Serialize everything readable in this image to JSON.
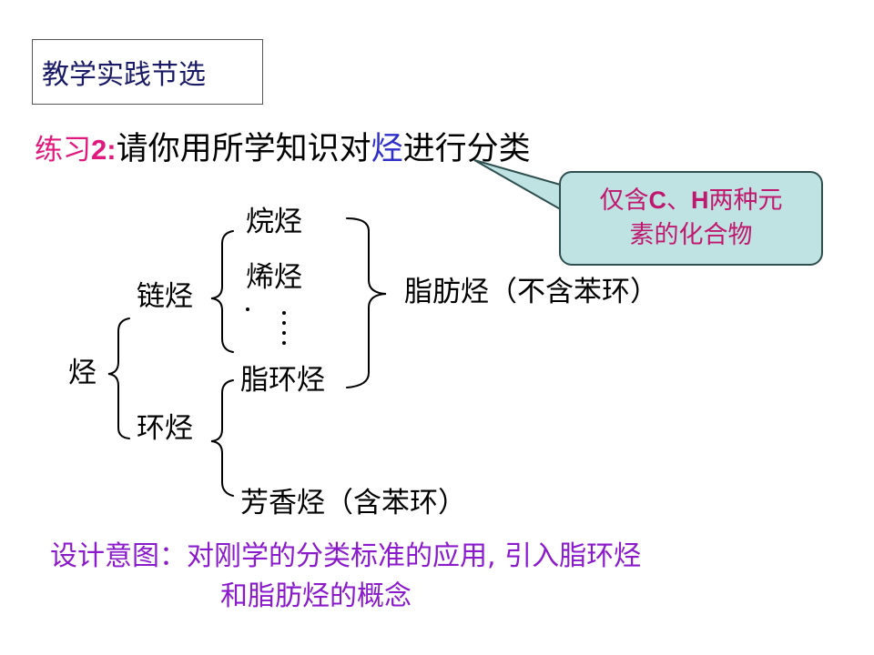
{
  "title": "教学实践节选",
  "exercise": {
    "label": "练习",
    "number": "2:",
    "text_before": "请你用所学知识对",
    "highlight": "烃",
    "text_after": "进行分类"
  },
  "callout": {
    "line1_pre": "仅含",
    "c": "C",
    "sep": "、",
    "h": "H",
    "line1_post": "两种元",
    "line2": "素的化合物"
  },
  "tree": {
    "root": "烃",
    "chain": "链烃",
    "ring": "环烃",
    "alkane": "烷烃",
    "alkene": "烯烃",
    "ellipsis": "…",
    "alicyclic": "脂环烃",
    "aromatic": "芳香烃（含苯环）",
    "aliphatic": "脂肪烃（不含苯环）"
  },
  "design": {
    "label": "设计意图：",
    "line1": "对刚学的分类标准的应用, 引入脂环烃",
    "line2": "和脂肪烃的概念"
  },
  "colors": {
    "title": "#1a1a66",
    "exercise_label": "#e0197d",
    "highlight": "#3030c8",
    "callout_fill": "#bfe3e3",
    "callout_text": "#c0186e",
    "design_text": "#8a1acb"
  }
}
